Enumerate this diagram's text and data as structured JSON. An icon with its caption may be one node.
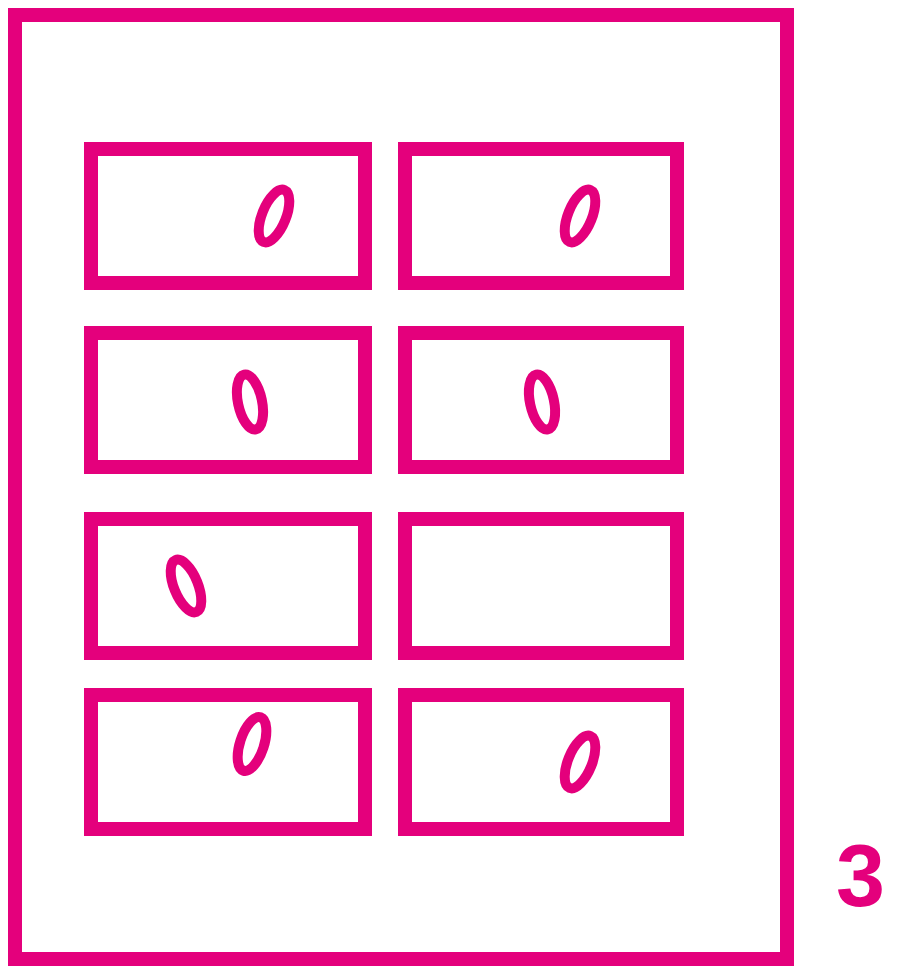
{
  "diagram": {
    "nodes": [
      {
        "text": [],
        "shape": "box"
      },
      {
        "text": [],
        "shape": "box",
        "in": 0
      },
      {
        "text": [],
        "shape": "box",
        "in": 0
      },
      {
        "text": [],
        "shape": "box",
        "in": 0
      },
      {
        "text": [],
        "shape": "box",
        "in": 0
      },
      {
        "text": [],
        "shape": "box",
        "in": 0
      },
      {
        "text": [],
        "shape": "box",
        "in": 0
      },
      {
        "text": [],
        "shape": "box",
        "in": 0
      },
      {
        "text": [],
        "shape": "box",
        "in": 0
      }
    ],
    "labels": [
      "3"
    ]
  }
}
